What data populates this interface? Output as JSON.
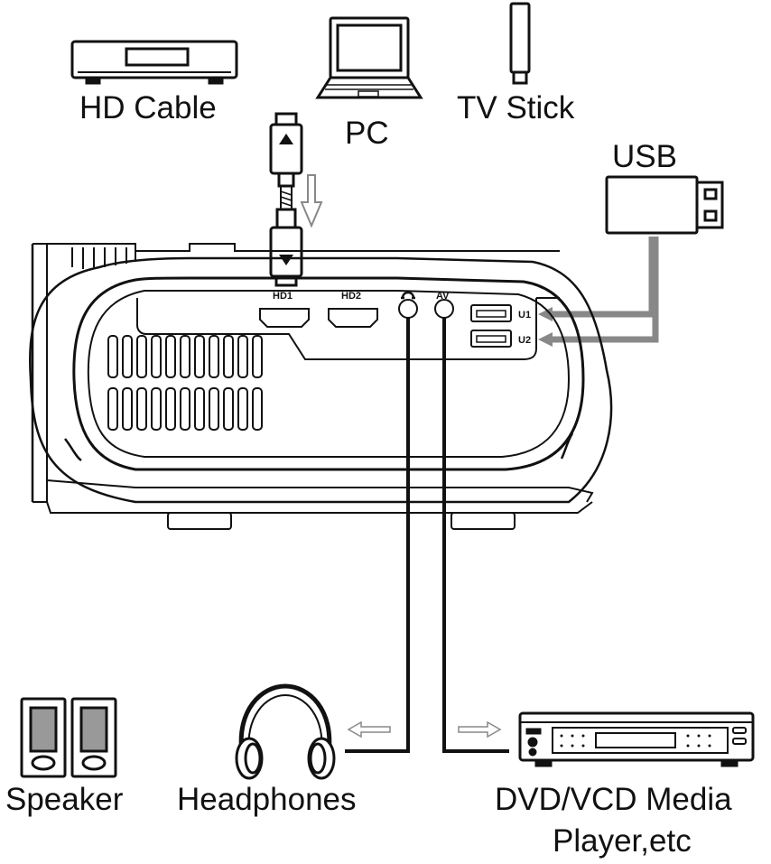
{
  "devices": {
    "hd_cable": "HD Cable",
    "pc": "PC",
    "tv_stick": "TV Stick",
    "usb": "USB",
    "speaker": "Speaker",
    "headphones": "Headphones",
    "dvd_line1": "DVD/VCD Media",
    "dvd_line2": "Player,etc"
  },
  "ports": {
    "hd1": "HD1",
    "hd2": "HD2",
    "av": "AV",
    "u1": "U1",
    "u2": "U2"
  },
  "colors": {
    "line": "#111111",
    "cable_gray": "#888888",
    "screen_gray": "#9a9a9a"
  }
}
